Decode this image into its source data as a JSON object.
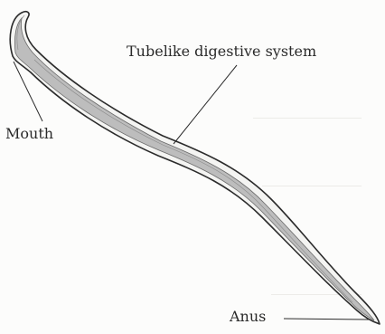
{
  "labels": {
    "digestive_system": "Tubelike digestive system",
    "mouth": "Mouth",
    "anus": "Anus"
  },
  "colors": {
    "outline": "#2b2b2b",
    "body_fill": "#f4f4f2",
    "gut_fill": "#bdbdbd",
    "text": "#2a2a2a"
  }
}
